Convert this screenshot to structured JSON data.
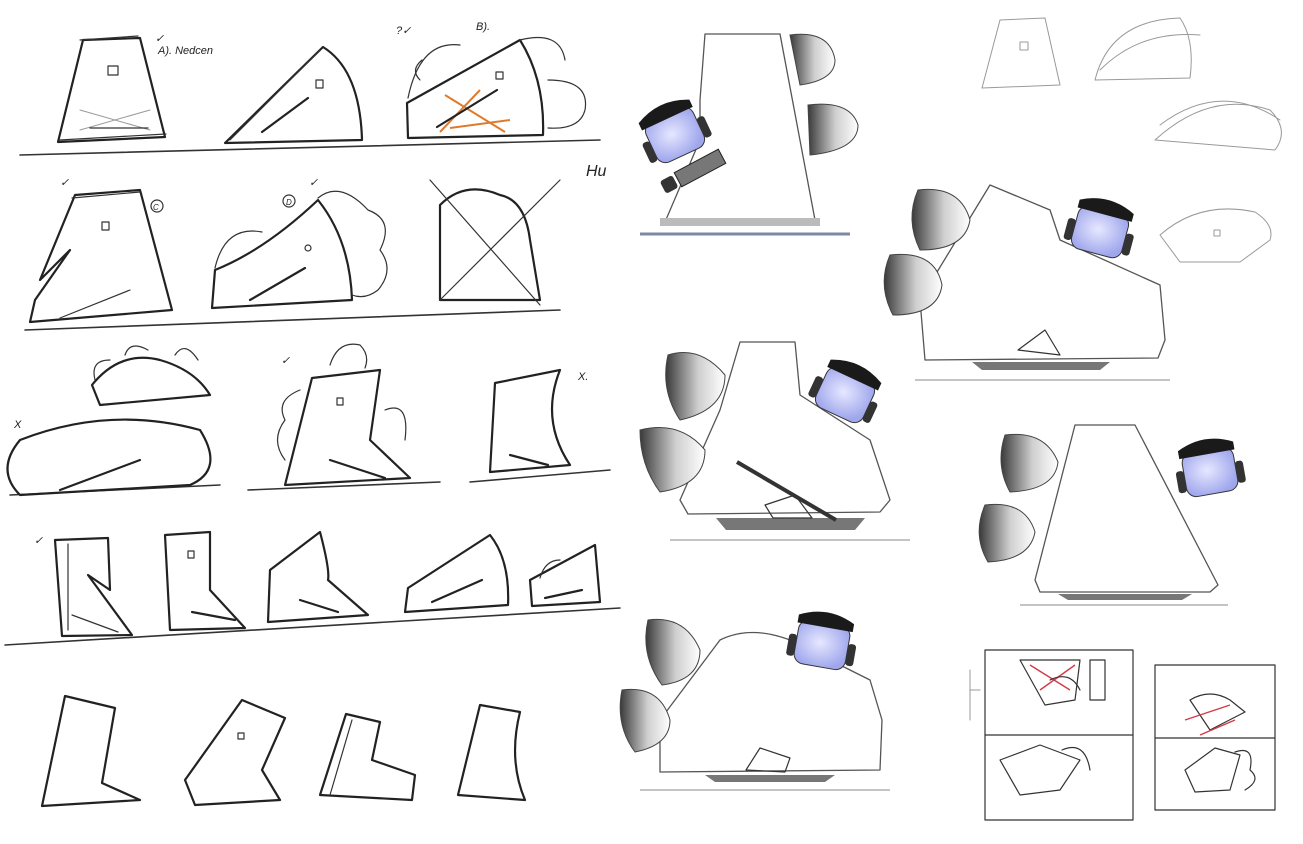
{
  "sheet": {
    "background": "#ffffff",
    "ink_color": "#222222",
    "accent_colors": {
      "sketch_highlight": "#e07a2a",
      "plan_markup": "#d33a4a",
      "chair_seat": "#c8cdf7",
      "chair_back": "#1a1a1a",
      "stool_shading": "#9a9a9a"
    }
  },
  "labels": {
    "concept_a": "A). Nedcen",
    "concept_b": "B).",
    "concept_c": "C",
    "concept_d": "D",
    "check_mark": "✓",
    "question_check": "?✓",
    "cross_mark": "X.",
    "cross_mark_small": "X",
    "signature": "Hu"
  }
}
